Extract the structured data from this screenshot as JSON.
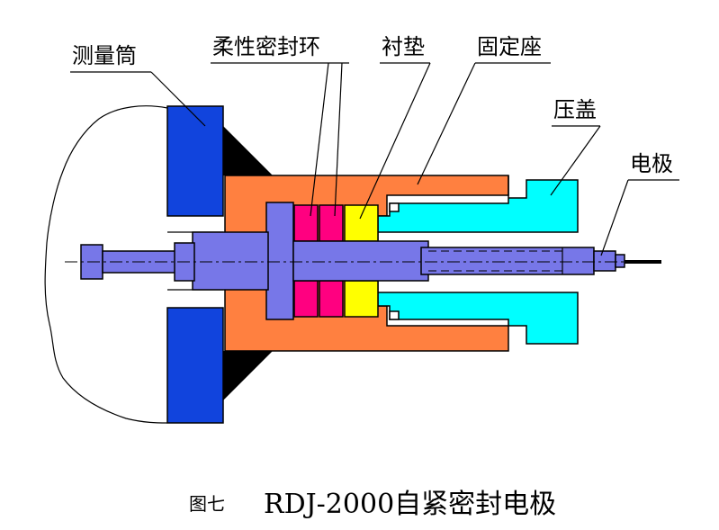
{
  "labels": {
    "measure_tube": "测量筒",
    "flex_seal_ring": "柔性密封环",
    "liner": "衬垫",
    "fixed_seat": "固定座",
    "cover": "压盖",
    "electrode": "电极"
  },
  "caption": {
    "prefix": "图七",
    "title": "RDJ-2000自紧密封电极"
  },
  "colors": {
    "tube": "#1144dd",
    "seat": "#ff8040",
    "seal": "#ff0080",
    "liner": "#ffff00",
    "cover": "#00ffff",
    "shaft": "#7777e8",
    "black": "#000000"
  }
}
